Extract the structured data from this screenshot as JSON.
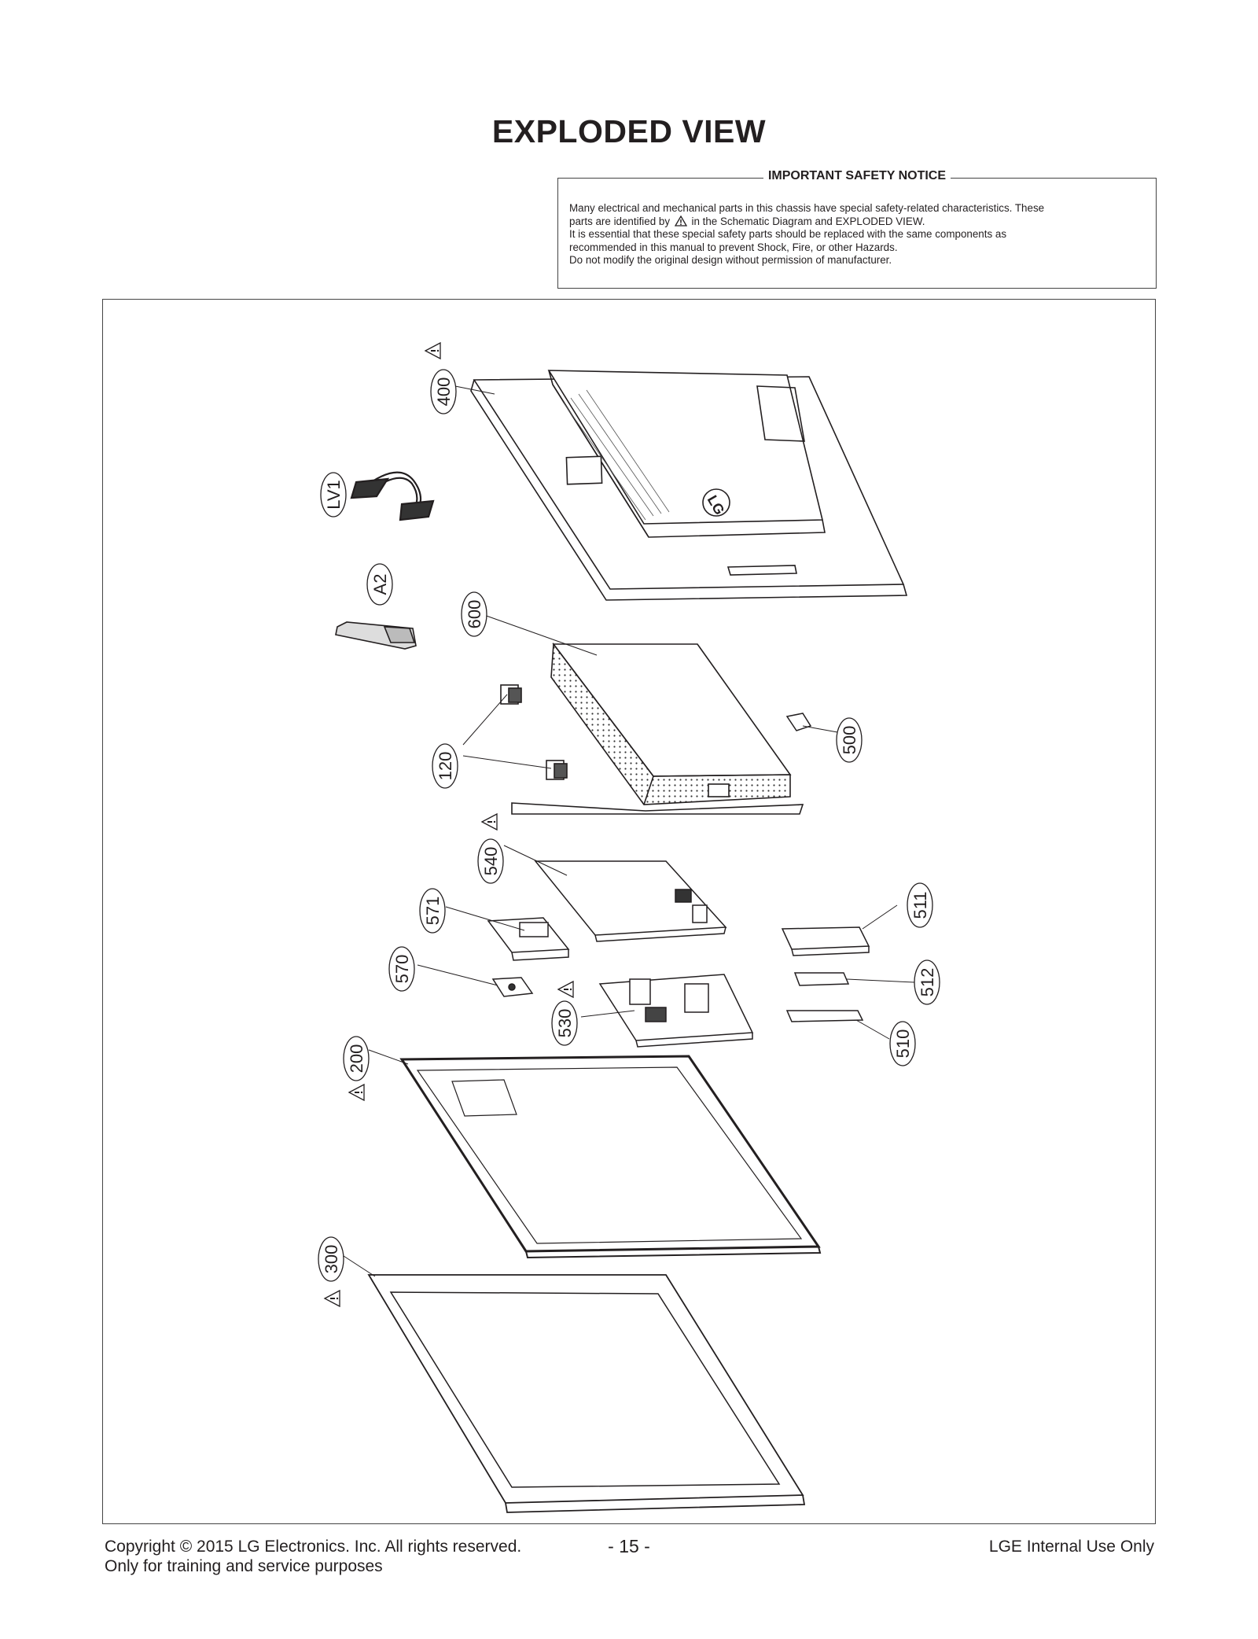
{
  "page_title": "EXPLODED VIEW",
  "safety_notice": {
    "title": "IMPORTANT SAFETY NOTICE",
    "line1": "Many electrical and mechanical parts in this chassis have special safety-related characteristics. These",
    "line2_pre": "parts are identified by",
    "line2_post": "in the Schematic Diagram and EXPLODED VIEW.",
    "line3": "It is essential that these special safety parts should be replaced with the same components as",
    "line4": "recommended in this manual to prevent Shock, Fire, or other Hazards.",
    "line5": "Do not modify the original design without permission of manufacturer."
  },
  "part_labels": {
    "p400": "400",
    "lv1": "LV1",
    "a2": "A2",
    "p600": "600",
    "p120": "120",
    "p500": "500",
    "p540": "540",
    "p571": "571",
    "p570": "570",
    "p530": "530",
    "p511": "511",
    "p512": "512",
    "p510": "510",
    "p200": "200",
    "p300": "300"
  },
  "footer": {
    "copyright": "Copyright  © 2015  LG Electronics. Inc. All rights reserved.",
    "training": "Only for training and service purposes",
    "page_number": "- 15 -",
    "internal": "LGE Internal Use Only"
  }
}
